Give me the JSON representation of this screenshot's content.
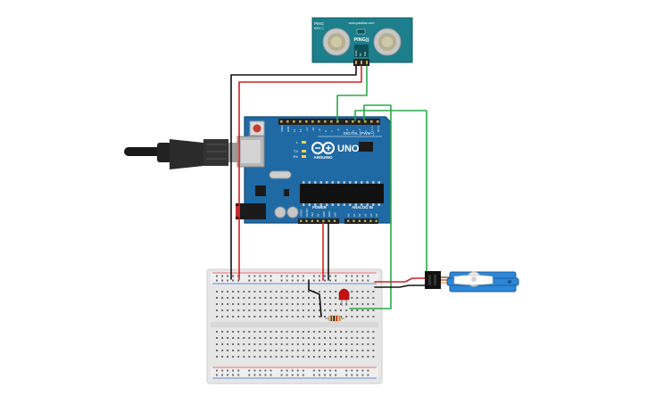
{
  "sensor": {
    "top_left_label": "PING",
    "top_left_sub": "REV C",
    "url": "www.parallax.com",
    "name": "PING))",
    "pin_labels": [
      "GND",
      "5V",
      "SIG"
    ]
  },
  "arduino": {
    "brand": "ARDUINO",
    "model": "UNO",
    "digital_header": "DIGITAL (PWM~)",
    "power_header": "POWER",
    "analog_header": "ANALOG IN",
    "led_labels": [
      "L",
      "TX",
      "RX"
    ],
    "power_pins": [
      "IOREF",
      "RESET",
      "3V3",
      "5V",
      "GND",
      "GND",
      "VIN"
    ],
    "analog_pins": [
      "A0",
      "A1",
      "A2",
      "A3",
      "A4",
      "A5"
    ],
    "digital_pins": [
      "AREF",
      "GND",
      "13",
      "12",
      "~11",
      "~10",
      "~9",
      "8",
      "7",
      "~6",
      "~5",
      "4",
      "~3",
      "2",
      "TX 1",
      "RX 0"
    ]
  },
  "colors": {
    "board": "#1f6aa5",
    "board_dark": "#134f80",
    "wire_red": "#d22222",
    "wire_black": "#111111",
    "wire_green": "#2aa84a",
    "led_red": "#c41010",
    "servo_blue": "#2d86d6"
  }
}
